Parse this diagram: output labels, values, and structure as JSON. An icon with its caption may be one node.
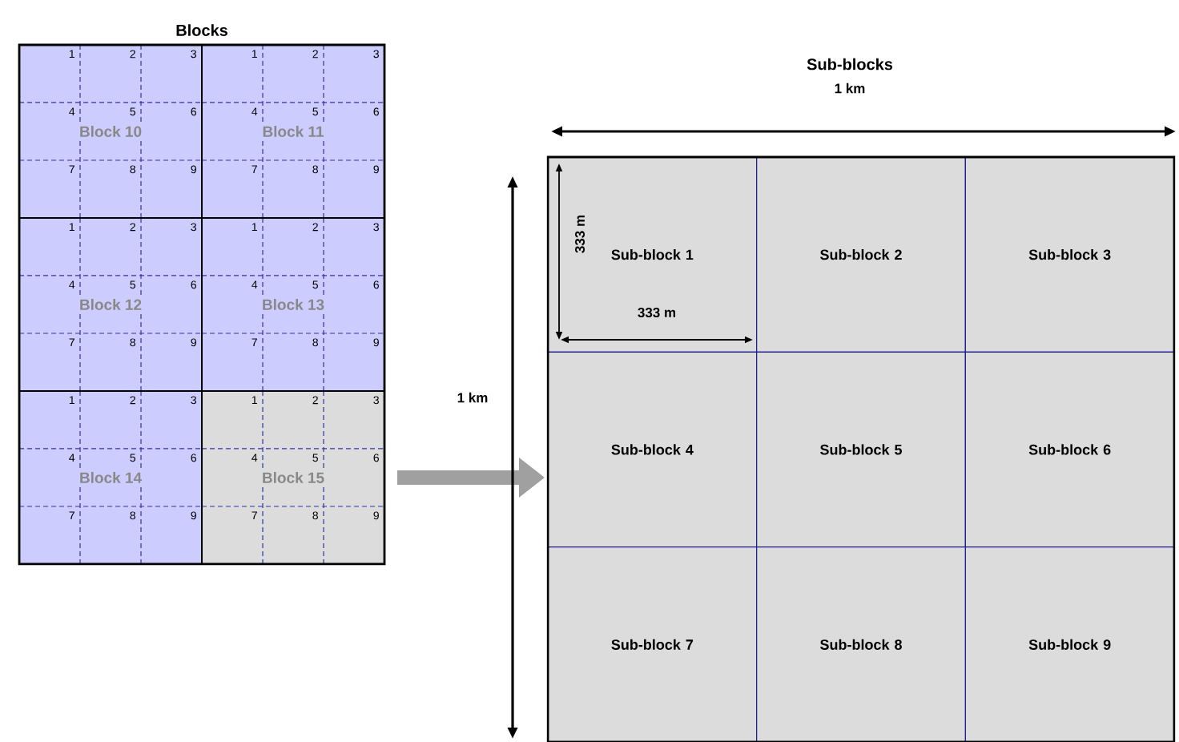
{
  "diagram": {
    "nodes": [
      {
        "text": [
          "Blocks"
        ]
      },
      {
        "text": [
          "Block 10"
        ],
        "in": 0
      },
      {
        "text": [
          "Block 11"
        ],
        "in": 0
      },
      {
        "text": [
          "Block 12"
        ],
        "in": 0
      },
      {
        "text": [
          "Block 13"
        ],
        "in": 0
      },
      {
        "text": [
          "Block 14"
        ],
        "in": 0
      },
      {
        "text": [
          "Block 15"
        ],
        "in": 0
      },
      {
        "text": [],
        "shape": "box"
      },
      {
        "text": [
          "Sub-block 1"
        ],
        "in": 7
      },
      {
        "text": [
          "Sub-block 2"
        ],
        "in": 7
      },
      {
        "text": [
          "Sub-block 3"
        ],
        "in": 7
      },
      {
        "text": [
          "Sub-block 4"
        ],
        "in": 7
      },
      {
        "text": [
          "Sub-block 5"
        ],
        "in": 7
      },
      {
        "text": [
          "Sub-block 6"
        ],
        "in": 7
      },
      {
        "text": [
          "Sub-block 7"
        ],
        "in": 7
      },
      {
        "text": [
          "Sub-block 8"
        ],
        "in": 7
      },
      {
        "text": [
          "Sub-block 9"
        ],
        "in": 7
      }
    ],
    "edges": [
      {
        "from": 6,
        "to": 7,
        "arrow": "to"
      }
    ],
    "labels": [
      "Sub-blocks",
      "1",
      "2",
      "3",
      "1",
      "2",
      "3",
      "4",
      "5",
      "6",
      "4",
      "5",
      "6",
      "7",
      "8",
      "9",
      "7",
      "8",
      "9",
      "1",
      "2",
      "3",
      "1",
      "2",
      "3",
      "4",
      "5",
      "6",
      "4",
      "5",
      "6",
      "7",
      "8",
      "9",
      "7",
      "8",
      "9",
      "1",
      "2",
      "3",
      "1",
      "2",
      "3",
      "4",
      "5",
      "6",
      "4",
      "5",
      "6",
      "7",
      "8",
      "9",
      "7",
      "8",
      "9",
      "1 km",
      "1 km",
      "333 m",
      "333 m"
    ]
  }
}
